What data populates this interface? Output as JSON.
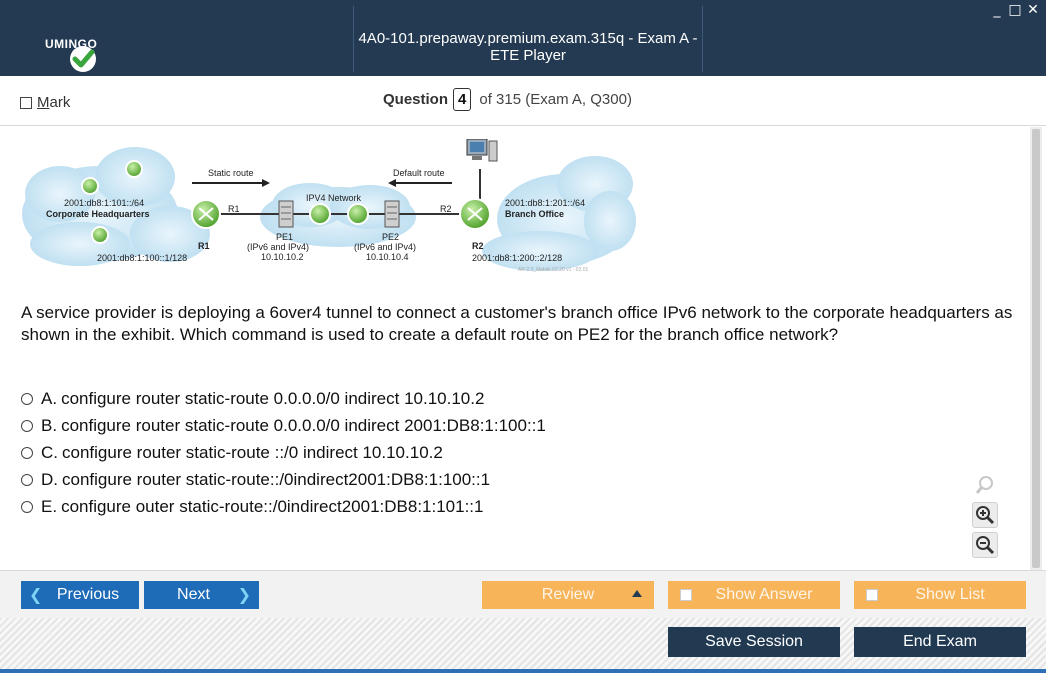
{
  "window": {
    "title": "4A0-101.prepaway.premium.exam.315q - Exam A - ETE Player",
    "logo_text": "UMINGO",
    "controls": [
      "_",
      "□",
      "✕"
    ]
  },
  "header": {
    "mark_label_prefix": "M",
    "mark_label_rest": "ark",
    "question_word": "Question",
    "question_number": "4",
    "question_of": "of 315 (Exam A, Q300)"
  },
  "exhibit": {
    "static_route": "Static route",
    "default_route": "Default route",
    "ipv4_network": "IPV4 Network",
    "r1_link": "R1",
    "r2_link": "R2",
    "left_prefix": "2001:db8:1:101::/64",
    "left_site": "Corporate Headquarters",
    "right_prefix": "2001:db8:1:201::/64",
    "right_site": "Branch Office",
    "r1": "R1",
    "r2": "R2",
    "r1_addr": "2001:db8:1:100::1/128",
    "r2_addr": "2001:db8:1:200::2/128",
    "pe1": "PE1",
    "pe2": "PE2",
    "pe1_sub": "(IPv6 and IPv4)",
    "pe2_sub": "(IPv6 and IPv4)",
    "pe1_ip": "10.10.10.2",
    "pe2_ip": "10.10.10.4",
    "watermark": "AR 2.3_Mobile 02.20 v1 - 02.01"
  },
  "question": {
    "text": "A service provider is deploying a 6over4 tunnel to connect a customer's branch office IPv6 network to the corporate headquarters as shown in the exhibit. Which command is used to create a default route on PE2 for the branch office network?"
  },
  "answers": [
    {
      "letter": "A.",
      "text": "configure router static-route 0.0.0.0/0 indirect 10.10.10.2"
    },
    {
      "letter": "B.",
      "text": "configure router static-route 0.0.0.0/0 indirect 2001:DB8:1:100::1"
    },
    {
      "letter": "C.",
      "text": "configure router static-route ::/0 indirect 10.10.10.2"
    },
    {
      "letter": "D.",
      "text": "configure router static-route::/0indirect2001:DB8:1:100::1"
    },
    {
      "letter": "E.",
      "text": "configure outer static-route::/0indirect2001:DB8:1:101::1"
    }
  ],
  "zoom": {
    "icons": [
      "magnifier-icon",
      "zoom-in-icon",
      "zoom-out-icon"
    ]
  },
  "nav": {
    "previous": "Previous",
    "next": "Next",
    "review": "Review",
    "show_answer": "Show Answer",
    "show_list": "Show List",
    "save_session": "Save Session",
    "end_exam": "End Exam"
  },
  "colors": {
    "titlebar": "#233a52",
    "blue_button": "#1e6bb8",
    "orange_button": "#f8b459",
    "dark_button": "#213a52",
    "logo_green": "#3aa53c"
  }
}
